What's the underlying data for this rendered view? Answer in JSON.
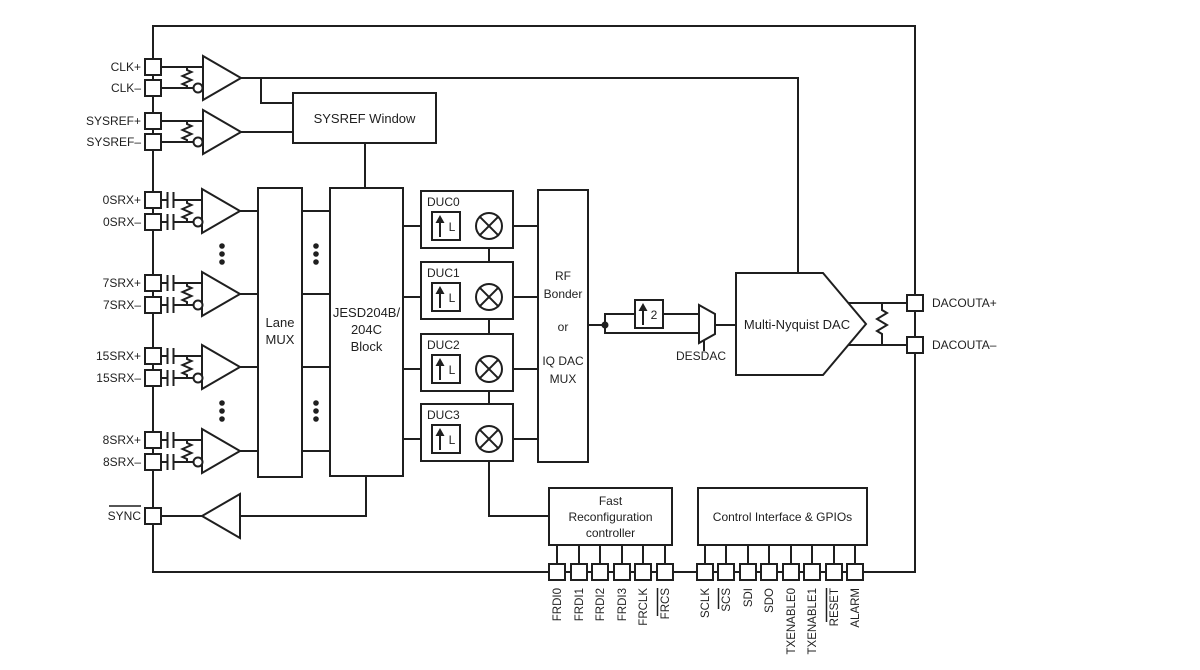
{
  "diagram": {
    "type": "dac-functional-block-diagram",
    "colors": {
      "line": "#1f1f1f",
      "text": "#1f1f1f",
      "background": "#ffffff"
    },
    "left_pins": [
      {
        "label": "CLK+"
      },
      {
        "label": "CLK–"
      },
      {
        "label": "SYSREF+"
      },
      {
        "label": "SYSREF–"
      },
      {
        "label": "0SRX+"
      },
      {
        "label": "0SRX–"
      },
      {
        "label": "7SRX+"
      },
      {
        "label": "7SRX–"
      },
      {
        "label": "15SRX+"
      },
      {
        "label": "15SRX–"
      },
      {
        "label": "8SRX+"
      },
      {
        "label": "8SRX–"
      },
      {
        "label": "SYNC",
        "overline": true
      }
    ],
    "right_pins": [
      {
        "label": "DACOUTA+"
      },
      {
        "label": "DACOUTA–"
      }
    ],
    "bottom_pins": [
      {
        "label": "FRDI0"
      },
      {
        "label": "FRDI1"
      },
      {
        "label": "FRDI2"
      },
      {
        "label": "FRDI3"
      },
      {
        "label": "FRCLK"
      },
      {
        "label": "FRCS",
        "overline": true
      },
      {
        "label": "SCLK"
      },
      {
        "label": "SCS",
        "overline": true
      },
      {
        "label": "SDI"
      },
      {
        "label": "SDO"
      },
      {
        "label": "TXENABLE0"
      },
      {
        "label": "TXENABLE1"
      },
      {
        "label": "RESET",
        "overline": true
      },
      {
        "label": "ALARM"
      }
    ],
    "blocks": {
      "sysref_window": "SYSREF Window",
      "lane_mux": {
        "lines": [
          "Lane",
          "MUX"
        ]
      },
      "jesd": {
        "lines": [
          "JESD204B/",
          "204C",
          "Block"
        ]
      },
      "ducs": [
        "DUC0",
        "DUC1",
        "DUC2",
        "DUC3"
      ],
      "interp_l": "L",
      "interp_2": "2",
      "rf_mux": {
        "lines": [
          "RF",
          "Bonder",
          "or",
          "IQ DAC",
          "MUX"
        ]
      },
      "desdac": "DESDAC",
      "dac": "Multi-Nyquist DAC",
      "fast_reconfig": {
        "lines": [
          "Fast",
          "Reconfiguration",
          "controller"
        ]
      },
      "control_interface": "Control Interface & GPIOs"
    }
  }
}
